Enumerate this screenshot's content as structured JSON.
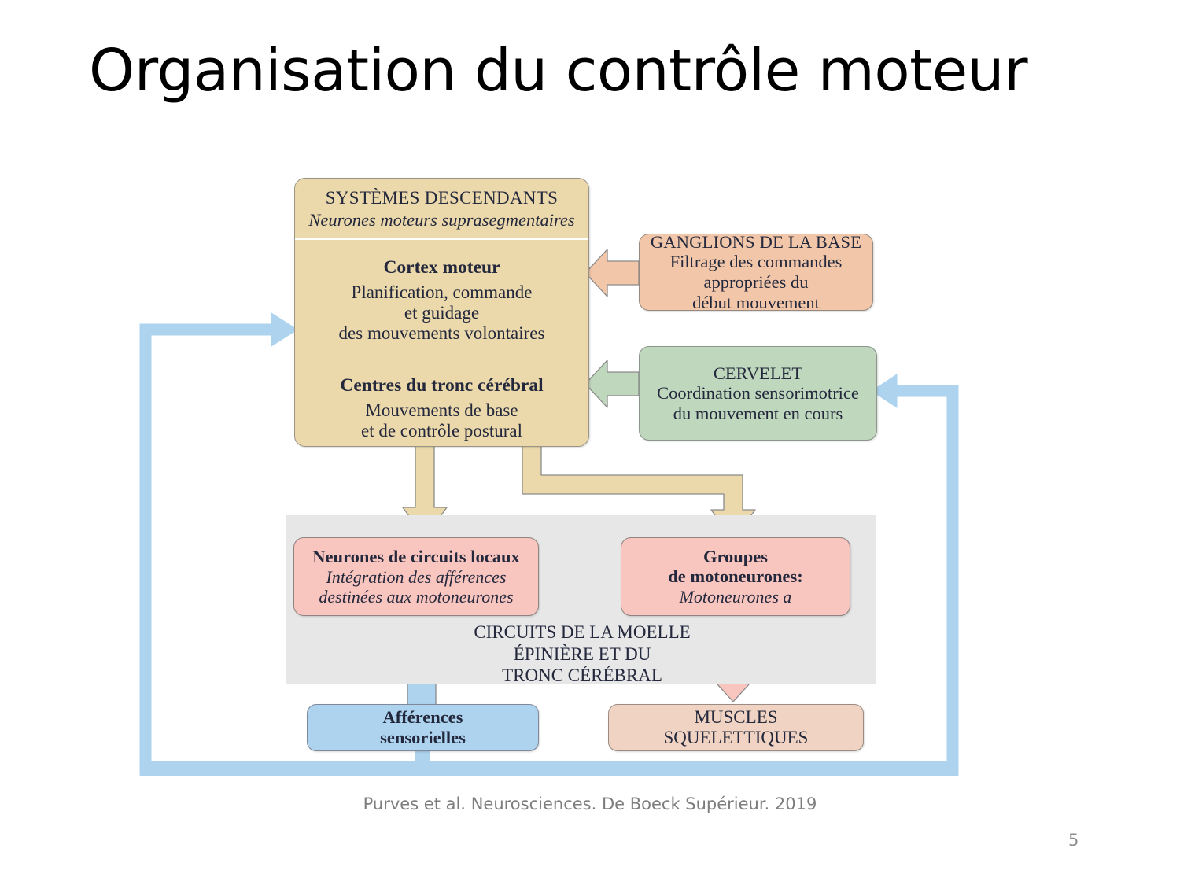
{
  "slide": {
    "title": "Organisation du contrôle moteur",
    "caption": "Purves et al. Neurosciences. De Boeck Supérieur. 2019",
    "page_number": "5"
  },
  "colors": {
    "descending_fill": "#ecd9ab",
    "ganglia_fill": "#f2c6a8",
    "cerebellum_fill": "#bfd7bd",
    "spinal_band_fill": "#e7e7e7",
    "local_circuit_fill": "#f9c5bf",
    "motoneuron_fill": "#f9c5bf",
    "sensory_fill": "#add3ee",
    "muscle_fill": "#f0d3c2",
    "yellow_arrow": "#ecd9ab",
    "pink_arrow": "#f9c5bf",
    "blue_arrow": "#add3ee",
    "text": "#23283c",
    "caption_text": "#7d7d7d"
  },
  "diagram": {
    "type": "flowchart",
    "nodes": {
      "descending": {
        "header_line1": "SYSTÈMES DESCENDANTS",
        "header_line2": "Neurones moteurs suprasegmentaires",
        "cortex": {
          "heading": "Cortex moteur",
          "line1": "Planification, commande",
          "line2": "et guidage",
          "line3": "des mouvements volontaires"
        },
        "brainstem": {
          "heading": "Centres du tronc cérébral",
          "line1": "Mouvements de base",
          "line2": "et de contrôle postural"
        }
      },
      "ganglions": {
        "line1": "GANGLIONS DE LA BASE",
        "line2": "Filtrage des commandes",
        "line3": "appropriées du",
        "line4": "début mouvement"
      },
      "cervelet": {
        "line1": "CERVELET",
        "line2": "Coordination sensorimotrice",
        "line3": "du mouvement en cours"
      },
      "local_circuits": {
        "heading": "Neurones de circuits locaux",
        "line1": "Intégration des afférences",
        "line2": "destinées aux motoneurones"
      },
      "motoneurons": {
        "line1": "Groupes",
        "line2": "de motoneurones:",
        "line3": "Motoneurones a"
      },
      "spinal_band": {
        "line1": "CIRCUITS DE LA MOELLE",
        "line2": "ÉPINIÈRE ET DU",
        "line3": "TRONC CÉRÉBRAL"
      },
      "afferences": {
        "line1": "Afférences",
        "line2": "sensorielles"
      },
      "muscles": {
        "line1": "MUSCLES",
        "line2": "SQUELETTIQUES"
      }
    },
    "edges": [
      {
        "from": "ganglions",
        "to": "descending",
        "color": "#f2c6a8",
        "direction": "left"
      },
      {
        "from": "cervelet",
        "to": "descending",
        "color": "#bfd7bd",
        "direction": "left"
      },
      {
        "from": "descending",
        "to": "local_circuits",
        "color": "#ecd9ab",
        "direction": "down"
      },
      {
        "from": "descending",
        "to": "motoneurons",
        "color": "#ecd9ab",
        "direction": "down-elbow"
      },
      {
        "from": "local_circuits",
        "to": "motoneurons",
        "color": "#f9c5bf",
        "direction": "right"
      },
      {
        "from": "motoneurons",
        "to": "muscles",
        "color": "#f9c5bf",
        "direction": "down"
      },
      {
        "from": "afferences",
        "to": "local_circuits",
        "color": "#add3ee",
        "direction": "up"
      },
      {
        "from": "afferences",
        "to": "descending",
        "color": "#add3ee",
        "direction": "feedback-left"
      },
      {
        "from": "afferences",
        "to": "cervelet",
        "color": "#add3ee",
        "direction": "feedback-right"
      }
    ]
  }
}
